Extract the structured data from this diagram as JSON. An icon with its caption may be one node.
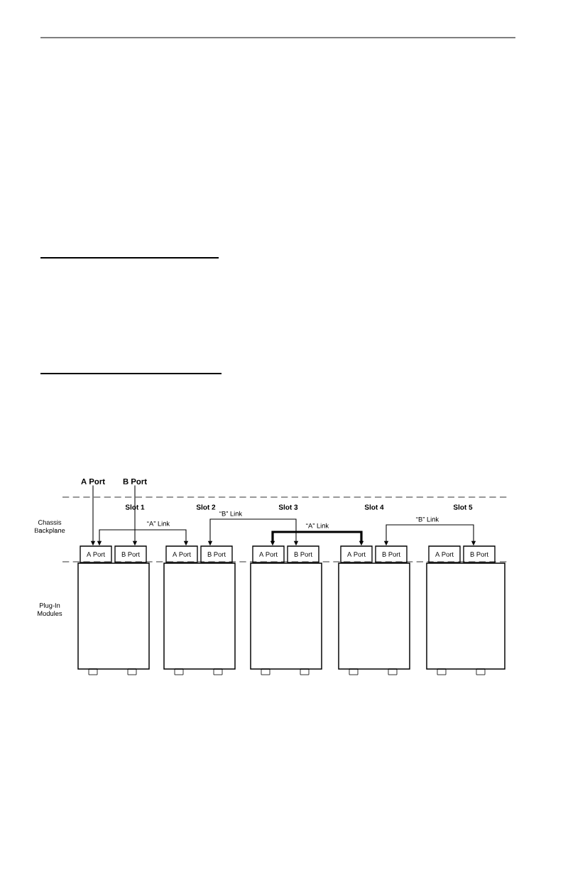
{
  "diagram": {
    "nodes": [
      {
        "text": [
          "A Port"
        ]
      },
      {
        "text": [
          "B Port"
        ]
      },
      {
        "text": [
          "A Port"
        ]
      },
      {
        "text": [
          "B Port"
        ]
      },
      {
        "text": [
          "A Port"
        ]
      },
      {
        "text": [
          "B Port"
        ]
      },
      {
        "text": [
          "A Port"
        ]
      },
      {
        "text": [
          "B Port"
        ]
      },
      {
        "text": [
          "A Port"
        ]
      },
      {
        "text": [
          "B Port"
        ]
      },
      {
        "text": [
          "A Port"
        ]
      },
      {
        "text": [
          "B Port"
        ]
      },
      {
        "text": [],
        "shape": "box"
      },
      {
        "text": [],
        "shape": "box"
      },
      {
        "text": [],
        "shape": "box"
      },
      {
        "text": [],
        "shape": "box"
      },
      {
        "text": [],
        "shape": "box"
      }
    ],
    "edges": [
      {
        "from": 0,
        "to": 2,
        "arrow": "to"
      },
      {
        "from": 1,
        "to": 3,
        "arrow": "to"
      },
      {
        "from": 2,
        "to": 4,
        "arrow": "both",
        "label": "“A” Link"
      },
      {
        "from": 5,
        "to": 7,
        "arrow": "both",
        "label": "“B” Link"
      },
      {
        "from": 6,
        "to": 8,
        "arrow": "both",
        "label": "“A” Link",
        "style": "thick"
      },
      {
        "from": 9,
        "to": 11,
        "arrow": "both",
        "label": "“B” Link"
      }
    ],
    "labels": [
      "Slot 1",
      "Slot 2",
      "Slot 3",
      "Slot 4",
      "Slot 5",
      "Chassis Backplane",
      "Plug-In Modules"
    ]
  }
}
